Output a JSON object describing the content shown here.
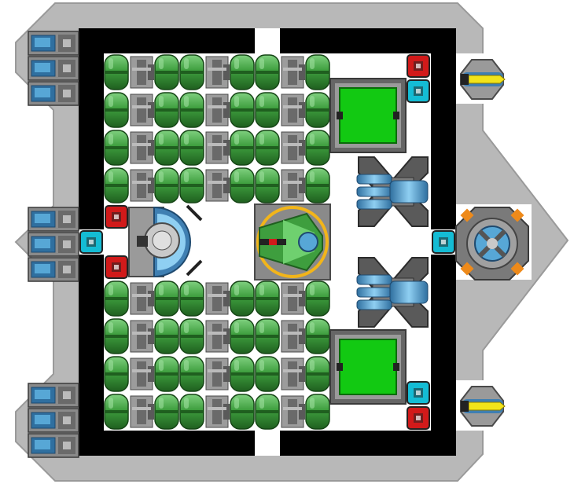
{
  "scene": {
    "name": "ship-blueprint-grid",
    "colors": {
      "hull_outer": "#b8b8b8",
      "hull_inner": "#000000",
      "deck": "#ffffff",
      "tank_green": "#3e9e3e",
      "tank_dark": "#1f5f1f",
      "pipe_gray": "#8c8c8c",
      "screen_green": "#12c912",
      "red_node": "#d11a1a",
      "cyan_node": "#14bcd4",
      "orange_bolt": "#ee8a1a",
      "blue_lens": "#57a7d6",
      "yellow_fin": "#f2e41a"
    },
    "tank_grid": {
      "columns": 9,
      "rows_per_block": 4,
      "blocks": 2
    },
    "modules": {
      "shield_dome": "shield-generator-icon",
      "command_core": "command-core-icon",
      "monitors": "monitor-screen-icon",
      "cannons": "triple-cannon-icon",
      "reactor": "reactor-core-icon",
      "pods": "thruster-pod-icon",
      "engines": "engine-icon"
    }
  }
}
